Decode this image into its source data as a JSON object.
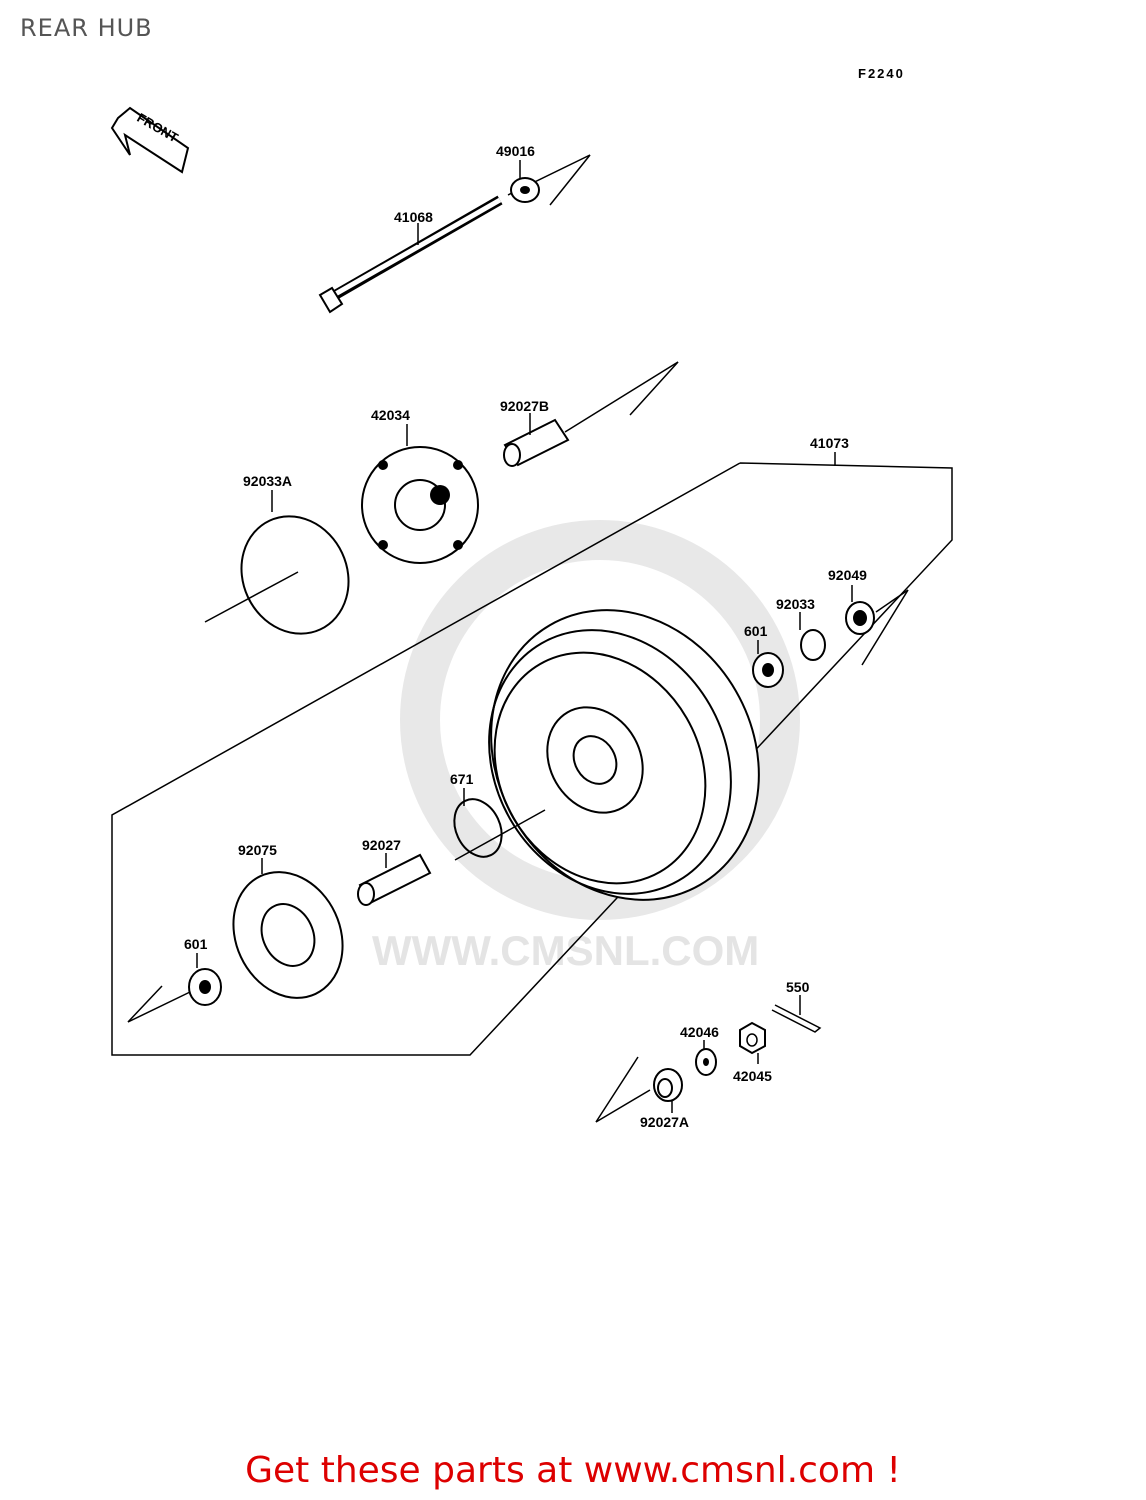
{
  "header": {
    "title": "REAR HUB",
    "figure_code": "F2240"
  },
  "front_arrow_label": "FRONT",
  "watermark": "WWW.CMSNL.COM",
  "parts": {
    "p49016": "49016",
    "p41068": "41068",
    "p42034": "42034",
    "p92027B": "92027B",
    "p41073": "41073",
    "p92033A": "92033A",
    "p92049": "92049",
    "p92033": "92033",
    "p601a": "601",
    "p671": "671",
    "p92075": "92075",
    "p92027": "92027",
    "p601b": "601",
    "p550": "550",
    "p42046": "42046",
    "p42045": "42045",
    "p92027A": "92027A"
  },
  "footer": {
    "link_text": "Get these parts at www.cmsnl.com !"
  },
  "colors": {
    "footer_text": "#dd0000",
    "title_text": "#555555",
    "watermark": "#e4e4e4"
  }
}
